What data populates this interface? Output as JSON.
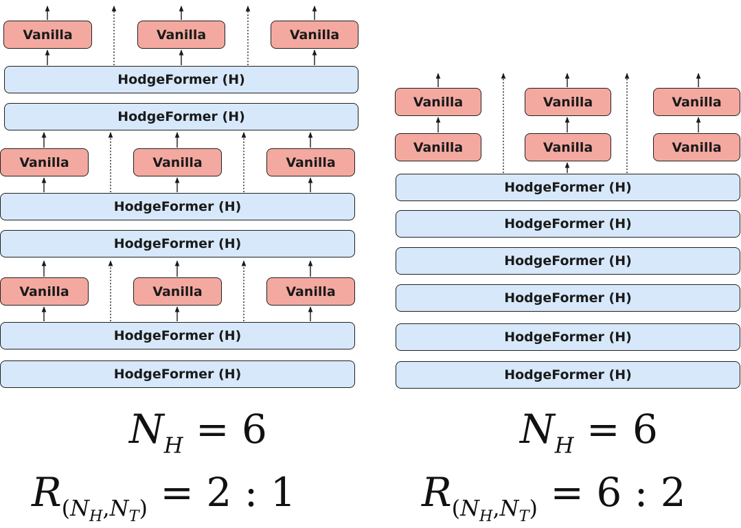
{
  "labels": {
    "hodgeformer": "HodgeFormer (H)",
    "vanilla": "Vanilla"
  },
  "colors": {
    "hodgeformer_fill": "#d6e8f9",
    "vanilla_fill": "#f4a9a0",
    "border": "#1e1e1e"
  },
  "left": {
    "formula_nh": {
      "symbol": "N",
      "sub": "H",
      "value": "6"
    },
    "formula_ratio": {
      "symbol": "R",
      "sub_open": "(",
      "a": "N",
      "a_sub": "H",
      "sep": ",",
      "b": "N",
      "b_sub": "T",
      "sub_close": ")",
      "value": "2 : 1"
    }
  },
  "right": {
    "formula_nh": {
      "symbol": "N",
      "sub": "H",
      "value": "6"
    },
    "formula_ratio": {
      "symbol": "R",
      "sub_open": "(",
      "a": "N",
      "a_sub": "H",
      "sep": ",",
      "b": "N",
      "b_sub": "T",
      "sub_close": ")",
      "value": "6 : 2"
    }
  }
}
